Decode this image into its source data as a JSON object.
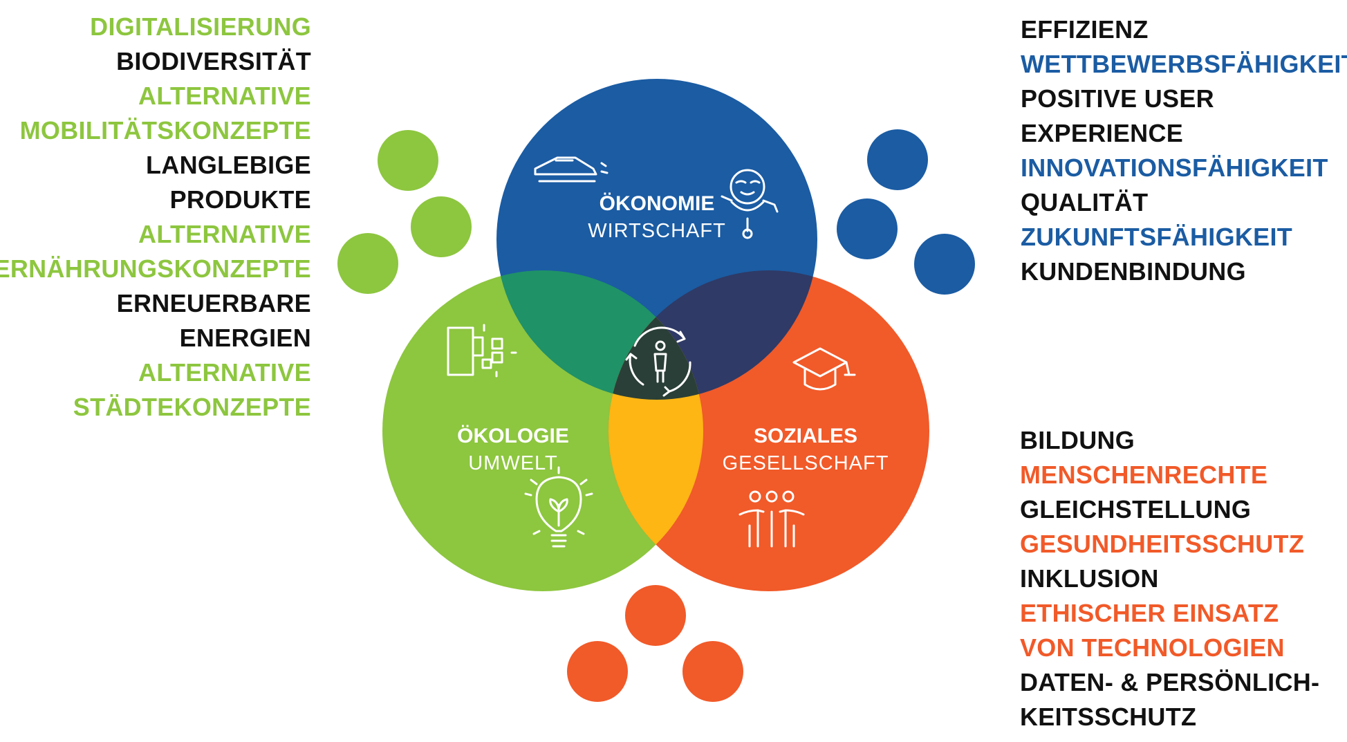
{
  "colors": {
    "green": "#8dc63f",
    "blue": "#1b5ca3",
    "red": "#f15a29",
    "text_black": "#111111",
    "overlap_green_blue": "#1f9267",
    "overlap_blue_red": "#2f3a66",
    "overlap_green_red": "#fdb614",
    "overlap_center": "#2a3f37"
  },
  "circles": {
    "economy": {
      "title": "ÖKONOMIE",
      "subtitle": "WIRTSCHAFT",
      "icons": [
        "car-icon",
        "robot-icon"
      ]
    },
    "ecology": {
      "title": "ÖKOLOGIE",
      "subtitle": "UMWELT",
      "icons": [
        "city-blocks-icon",
        "lightbulb-plant-icon"
      ]
    },
    "social": {
      "title": "SOZIALES",
      "subtitle": "GESELLSCHAFT",
      "icons": [
        "graduation-cap-icon",
        "people-group-icon"
      ]
    },
    "center_icon": "person-cycle-icon"
  },
  "lists": {
    "ecology": [
      {
        "text": "DIGITALISIERUNG",
        "color": "green"
      },
      {
        "text": "BIODIVERSITÄT",
        "color": "black"
      },
      {
        "text": "ALTERNATIVE",
        "color": "green"
      },
      {
        "text": "MOBILITÄTSKONZEPTE",
        "color": "green"
      },
      {
        "text": "LANGLEBIGE",
        "color": "black"
      },
      {
        "text": "PRODUKTE",
        "color": "black"
      },
      {
        "text": "ALTERNATIVE",
        "color": "green"
      },
      {
        "text": "ERNÄHRUNGSKONZEPTE",
        "color": "green"
      },
      {
        "text": "ERNEUERBARE",
        "color": "black"
      },
      {
        "text": "ENERGIEN",
        "color": "black"
      },
      {
        "text": "ALTERNATIVE",
        "color": "green"
      },
      {
        "text": "STÄDTEKONZEPTE",
        "color": "green"
      }
    ],
    "economy": [
      {
        "text": "EFFIZIENZ",
        "color": "black"
      },
      {
        "text": "WETTBEWERBSFÄHIGKEIT",
        "color": "blue"
      },
      {
        "text": "POSITIVE USER",
        "color": "black"
      },
      {
        "text": "EXPERIENCE",
        "color": "black"
      },
      {
        "text": "INNOVATIONSFÄHIGKEIT",
        "color": "blue"
      },
      {
        "text": "QUALITÄT",
        "color": "black"
      },
      {
        "text": "ZUKUNFTSFÄHIGKEIT",
        "color": "blue"
      },
      {
        "text": "KUNDENBINDUNG",
        "color": "black"
      }
    ],
    "social": [
      {
        "text": "BILDUNG",
        "color": "black"
      },
      {
        "text": "MENSCHENRECHTE",
        "color": "red"
      },
      {
        "text": "GLEICHSTELLUNG",
        "color": "black"
      },
      {
        "text": "GESUNDHEITSSCHUTZ",
        "color": "red"
      },
      {
        "text": "INKLUSION",
        "color": "black"
      },
      {
        "text": "ETHISCHER EINSATZ",
        "color": "red"
      },
      {
        "text": "VON TECHNOLOGIEN",
        "color": "red"
      },
      {
        "text": "DATEN- & PERSÖNLICH-",
        "color": "black"
      },
      {
        "text": "KEITSSCHUTZ",
        "color": "black"
      }
    ]
  }
}
